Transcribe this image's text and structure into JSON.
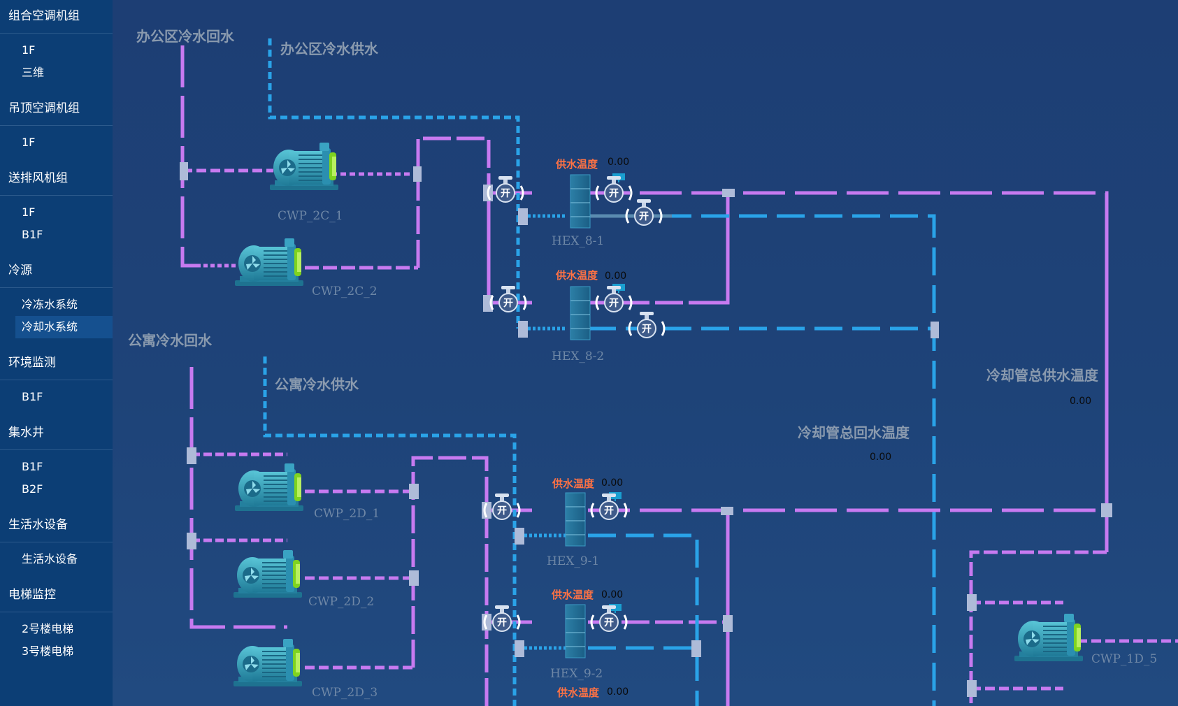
{
  "sidebar": {
    "groups": [
      {
        "title": "组合空调机组",
        "items": [
          "1F",
          "三维"
        ]
      },
      {
        "title": "吊顶空调机组",
        "items": [
          "1F"
        ]
      },
      {
        "title": "送排风机组",
        "items": [
          "1F",
          "B1F"
        ]
      },
      {
        "title": "冷源",
        "items": [
          "冷冻水系统",
          "冷却水系统"
        ]
      },
      {
        "title": "环境监测",
        "items": [
          "B1F"
        ]
      },
      {
        "title": "集水井",
        "items": [
          "B1F",
          "B2F"
        ]
      },
      {
        "title": "生活水设备",
        "items": [
          "生活水设备"
        ]
      },
      {
        "title": "电梯监控",
        "items": [
          "2号楼电梯",
          "3号楼电梯"
        ]
      }
    ],
    "active_item": "冷却水系统",
    "collapse_icon": "chevron-left-icon"
  },
  "diagram": {
    "sections": {
      "office_return": "办公区冷水回水",
      "office_supply": "办公区冷水供水",
      "apt_return": "公寓冷水回水",
      "apt_supply": "公寓冷水供水",
      "cooling_return_total": "冷却管总回水温度",
      "cooling_supply_total": "冷却管总供水温度"
    },
    "cooling_return_total_value": "0.00",
    "cooling_supply_total_value": "0.00",
    "pumps": [
      "CWP_2C_1",
      "CWP_2C_2",
      "CWP_2D_1",
      "CWP_2D_2",
      "CWP_2D_3",
      "CWP_1D_5"
    ],
    "heat_exchangers": [
      {
        "name": "HEX_8-1",
        "temp_label": "供水温度",
        "temp_value": "0.00"
      },
      {
        "name": "HEX_8-2",
        "temp_label": "供水温度",
        "temp_value": "0.00"
      },
      {
        "name": "HEX_9-1",
        "temp_label": "供水温度",
        "temp_value": "0.00"
      },
      {
        "name": "HEX_9-2",
        "temp_label": "供水温度",
        "temp_value": "0.00"
      }
    ],
    "bottom_temp": {
      "temp_label": "供水温度",
      "temp_value": "0.00"
    },
    "valve_label": "开",
    "colors": {
      "supply_pipe": "#c77af0",
      "return_pipe": "#2aa3e8",
      "return_pipe_gray": "#5a8bb0",
      "fitting": "#aebbd8"
    }
  }
}
